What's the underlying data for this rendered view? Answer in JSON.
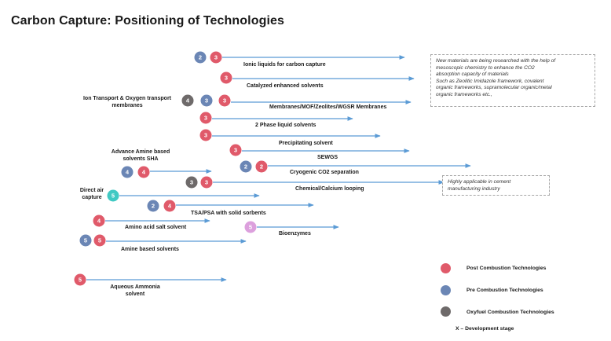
{
  "title": "Carbon Capture: Positioning of Technologies",
  "colors": {
    "post": "#e05a6a",
    "pre": "#6b86b5",
    "oxy": "#6e6a6a",
    "teal": "#41c9c3",
    "pink": "#dca0dd",
    "arrow": "#5b9bd5"
  },
  "technologies": [
    {
      "label": "Ionic liquids for carbon capture",
      "badges": [
        {
          "n": "2",
          "c": "pre"
        },
        {
          "n": "3",
          "c": "post"
        }
      ]
    },
    {
      "label": "Catalyzed enhanced solvents",
      "badges": [
        {
          "n": "3",
          "c": "post"
        }
      ]
    },
    {
      "label": "Membranes/MOF/Zeolites/WGSR Membranes",
      "badges": [
        {
          "n": "3",
          "c": "post"
        }
      ]
    },
    {
      "label": "2 Phase liquid solvents",
      "badges": [
        {
          "n": "3",
          "c": "post"
        }
      ]
    },
    {
      "label": "Precipitating solvent",
      "badges": [
        {
          "n": "3",
          "c": "post"
        }
      ]
    },
    {
      "label": "SEWGS",
      "badges": [
        {
          "n": "3",
          "c": "post"
        }
      ]
    },
    {
      "label": "Cryogenic CO2 separation",
      "badges": [
        {
          "n": "2",
          "c": "pre"
        },
        {
          "n": "2",
          "c": "post"
        }
      ]
    },
    {
      "label": "Chemical/Calcium looping",
      "badges": [
        {
          "n": "3",
          "c": "oxy"
        },
        {
          "n": "3",
          "c": "post"
        }
      ]
    },
    {
      "label": "TSA/PSA with solid sorbents",
      "badges": [
        {
          "n": "2",
          "c": "pre"
        },
        {
          "n": "4",
          "c": "post"
        }
      ]
    },
    {
      "label": "Bioenzymes",
      "badges": [
        {
          "n": "5",
          "c": "pink"
        }
      ]
    },
    {
      "label": "Amino acid salt solvent",
      "badges": [
        {
          "n": "4",
          "c": "post"
        }
      ]
    },
    {
      "label": "Amine based solvents",
      "badges": [
        {
          "n": "5",
          "c": "pre"
        },
        {
          "n": "5",
          "c": "post"
        }
      ]
    },
    {
      "label": "Aqueous Ammonia solvent",
      "badges": [
        {
          "n": "5",
          "c": "post"
        }
      ]
    },
    {
      "label": "Ion Transport & Oxygen transport membranes",
      "badges": [
        {
          "n": "4",
          "c": "oxy"
        },
        {
          "n": "3",
          "c": "pre"
        }
      ]
    },
    {
      "label": "Advance Amine based solvents SHA",
      "badges": [
        {
          "n": "4",
          "c": "pre"
        },
        {
          "n": "4",
          "c": "post"
        }
      ]
    },
    {
      "label": "Direct air capture",
      "badges": [
        {
          "n": "5",
          "c": "teal"
        }
      ]
    }
  ],
  "notes": {
    "materials": [
      "New materials are being researched with the help of",
      "mesoscopic chemistry to enhance the CO2",
      "absorption capacity of materials",
      "Such as Zeolitic Imidazole framework, covalent",
      "organic frameworks, supramolecular organic/metal",
      "organic frameworks etc.,"
    ],
    "cement": [
      "Highly applicable in cement",
      "manufacturing industry"
    ]
  },
  "legend": [
    {
      "label": "Post Combustion Technologies",
      "color": "post"
    },
    {
      "label": "Pre Combustion  Technologies",
      "color": "pre"
    },
    {
      "label": "Oxyfuel Combustion Technologies",
      "color": "oxy"
    }
  ],
  "legend_note": "X – Development stage"
}
